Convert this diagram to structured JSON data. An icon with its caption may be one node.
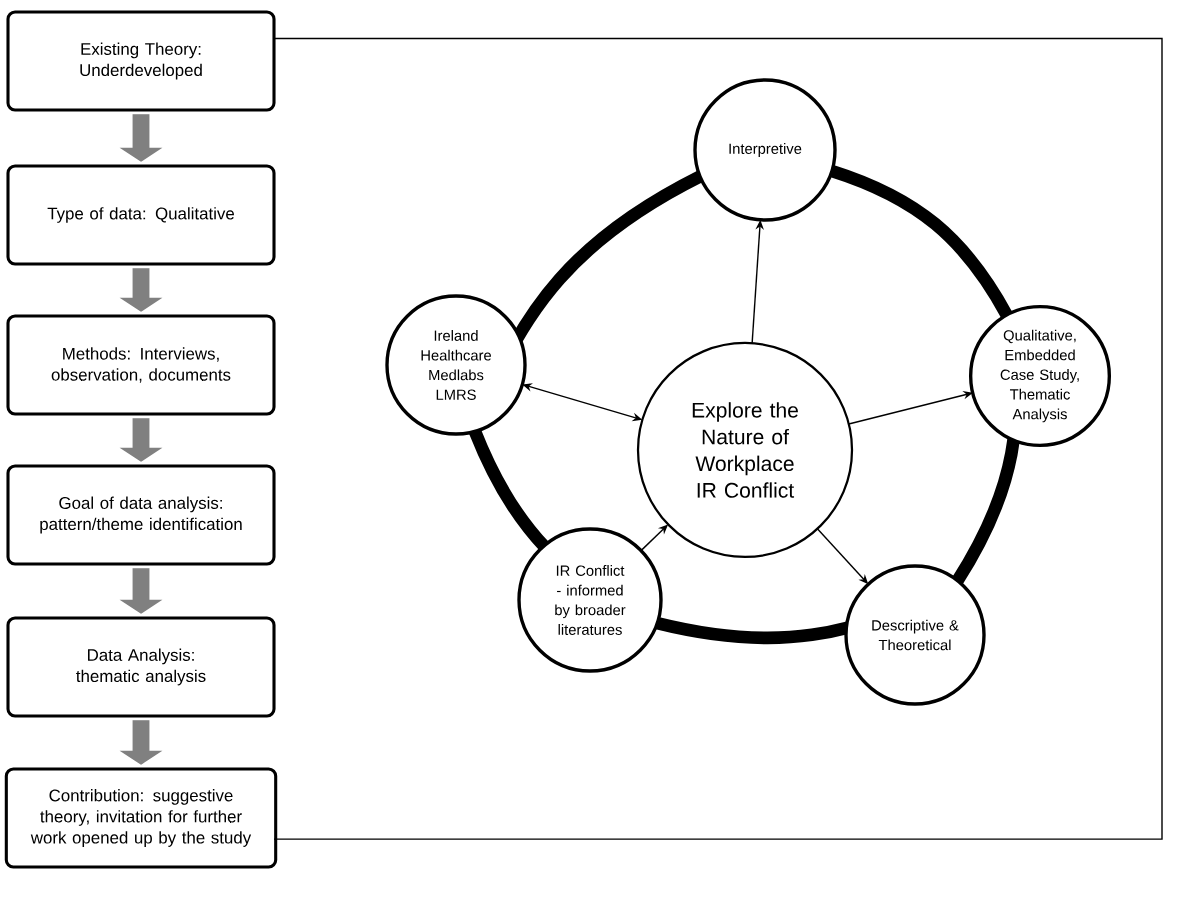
{
  "diagram": {
    "nodes": [
      {
        "text": [
          "Existing Theory: Underdeveloped"
        ]
      },
      {
        "text": [
          "Type of data: Qualitative"
        ]
      },
      {
        "text": [
          "Methods: Interviews, observation, documents"
        ]
      },
      {
        "text": [
          "Goal of data analysis: pattern/theme identification"
        ]
      },
      {
        "text": [
          "Data Analysis: thematic analysis"
        ]
      },
      {
        "text": [
          "Contribution: suggestive theory, invitation for further work opened up by the study"
        ]
      },
      {
        "text": [
          "Interpretive"
        ]
      },
      {
        "text": [
          "Ireland",
          "Healthcare",
          "Medlabs",
          "LMRS"
        ]
      },
      {
        "text": [
          "Explore the Nature of Workplace IR Conflict"
        ]
      },
      {
        "text": [
          "Qualitative, Embedded Case Study, Thematic Analysis"
        ]
      },
      {
        "text": [
          "IR Conflict - informed by broader literatures"
        ]
      },
      {
        "text": [
          "Descriptive & Theoretical"
        ]
      }
    ],
    "edges": [
      {
        "from": 0,
        "to": 1,
        "arrow": "to",
        "style": "thick",
        "color": "#808080"
      },
      {
        "from": 1,
        "to": 2,
        "arrow": "to",
        "style": "thick",
        "color": "#808080"
      },
      {
        "from": 2,
        "to": 3,
        "arrow": "to",
        "style": "thick",
        "color": "#808080"
      },
      {
        "from": 3,
        "to": 4,
        "arrow": "to",
        "style": "thick",
        "color": "#808080"
      },
      {
        "from": 4,
        "to": 5,
        "arrow": "to",
        "style": "thick",
        "color": "#808080"
      },
      {
        "from": 0,
        "to": 5,
        "arrow": "none"
      },
      {
        "from": 8,
        "to": 6,
        "arrow": "to"
      },
      {
        "from": 8,
        "to": 7,
        "arrow": "both"
      },
      {
        "from": 8,
        "to": 9,
        "arrow": "to"
      },
      {
        "from": 10,
        "to": 8,
        "arrow": "to"
      },
      {
        "from": 8,
        "to": 11,
        "arrow": "to"
      }
    ]
  }
}
